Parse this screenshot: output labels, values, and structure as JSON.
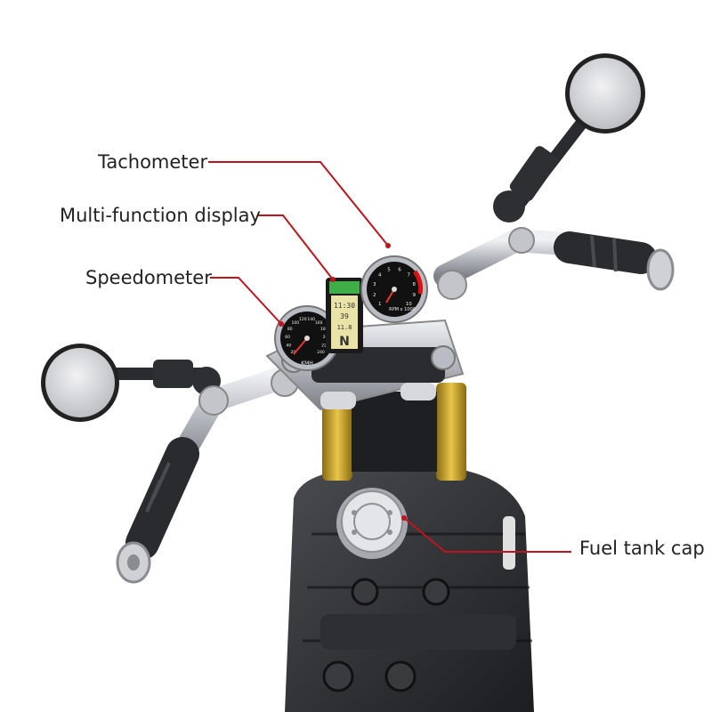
{
  "callouts": {
    "tachometer": "Tachometer",
    "multi_function_display": "Multi-function display",
    "speedometer": "Speedometer",
    "fuel_tank_cap": "Fuel tank cap"
  },
  "gauges": {
    "speedometer_unit": "KMH",
    "tachometer_unit": "RPM x 1000",
    "speed_ticks": [
      "20",
      "40",
      "60",
      "80",
      "100",
      "120",
      "140",
      "160",
      "180",
      "200",
      "220",
      "240"
    ],
    "tach_ticks": [
      "1",
      "2",
      "3",
      "4",
      "5",
      "6",
      "7",
      "8",
      "9",
      "10"
    ]
  },
  "display": {
    "time": "11:30",
    "readout": "39",
    "readout2": "11.8",
    "gear": "N"
  },
  "colors": {
    "leader_line": "#c0141c",
    "chrome": "#b9bcc2",
    "dark_frame": "#2b2c2f",
    "gold_fork": "#c9a227",
    "mirror_glass": "#d8d9dc",
    "display_green": "#3fae49",
    "display_lcd": "#e9e3a8"
  }
}
